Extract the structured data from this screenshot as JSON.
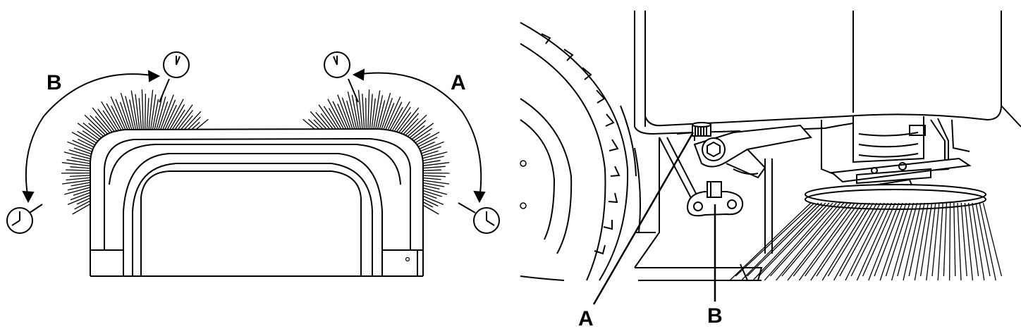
{
  "left_figure": {
    "label_b": "B",
    "label_a": "A"
  },
  "right_figure": {
    "label_a": "A",
    "label_b": "B"
  },
  "colors": {
    "stroke": "#000000",
    "background": "#ffffff"
  }
}
